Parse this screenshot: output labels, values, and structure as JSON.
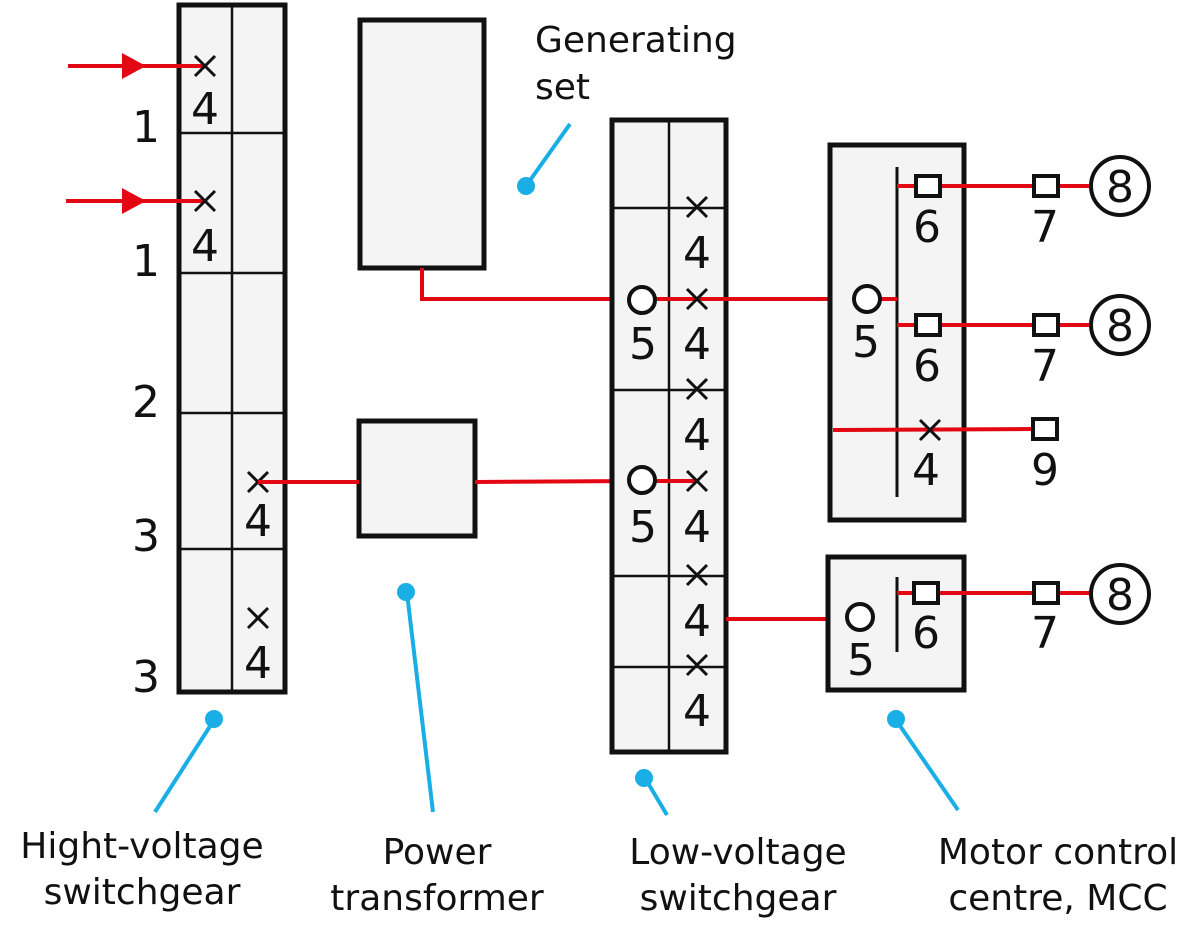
{
  "labels": {
    "hv_line1": "Hight-voltage",
    "hv_line2": "switchgear",
    "pt_line1": "Power",
    "pt_line2": "transformer",
    "lv_line1": "Low-voltage",
    "lv_line2": "switchgear",
    "mcc_line1": "Motor control",
    "mcc_line2": "centre, MCC",
    "gen_line1": "Generating",
    "gen_line2": "set"
  },
  "numbers": {
    "n1": "1",
    "n2": "2",
    "n3": "3",
    "n4": "4",
    "n5": "5",
    "n6": "6",
    "n7": "7",
    "n8": "8",
    "n9": "9"
  },
  "colors": {
    "wire": "#e30613",
    "leader": "#19aee6",
    "outline": "#111111",
    "fill": "#f4f4f4"
  }
}
